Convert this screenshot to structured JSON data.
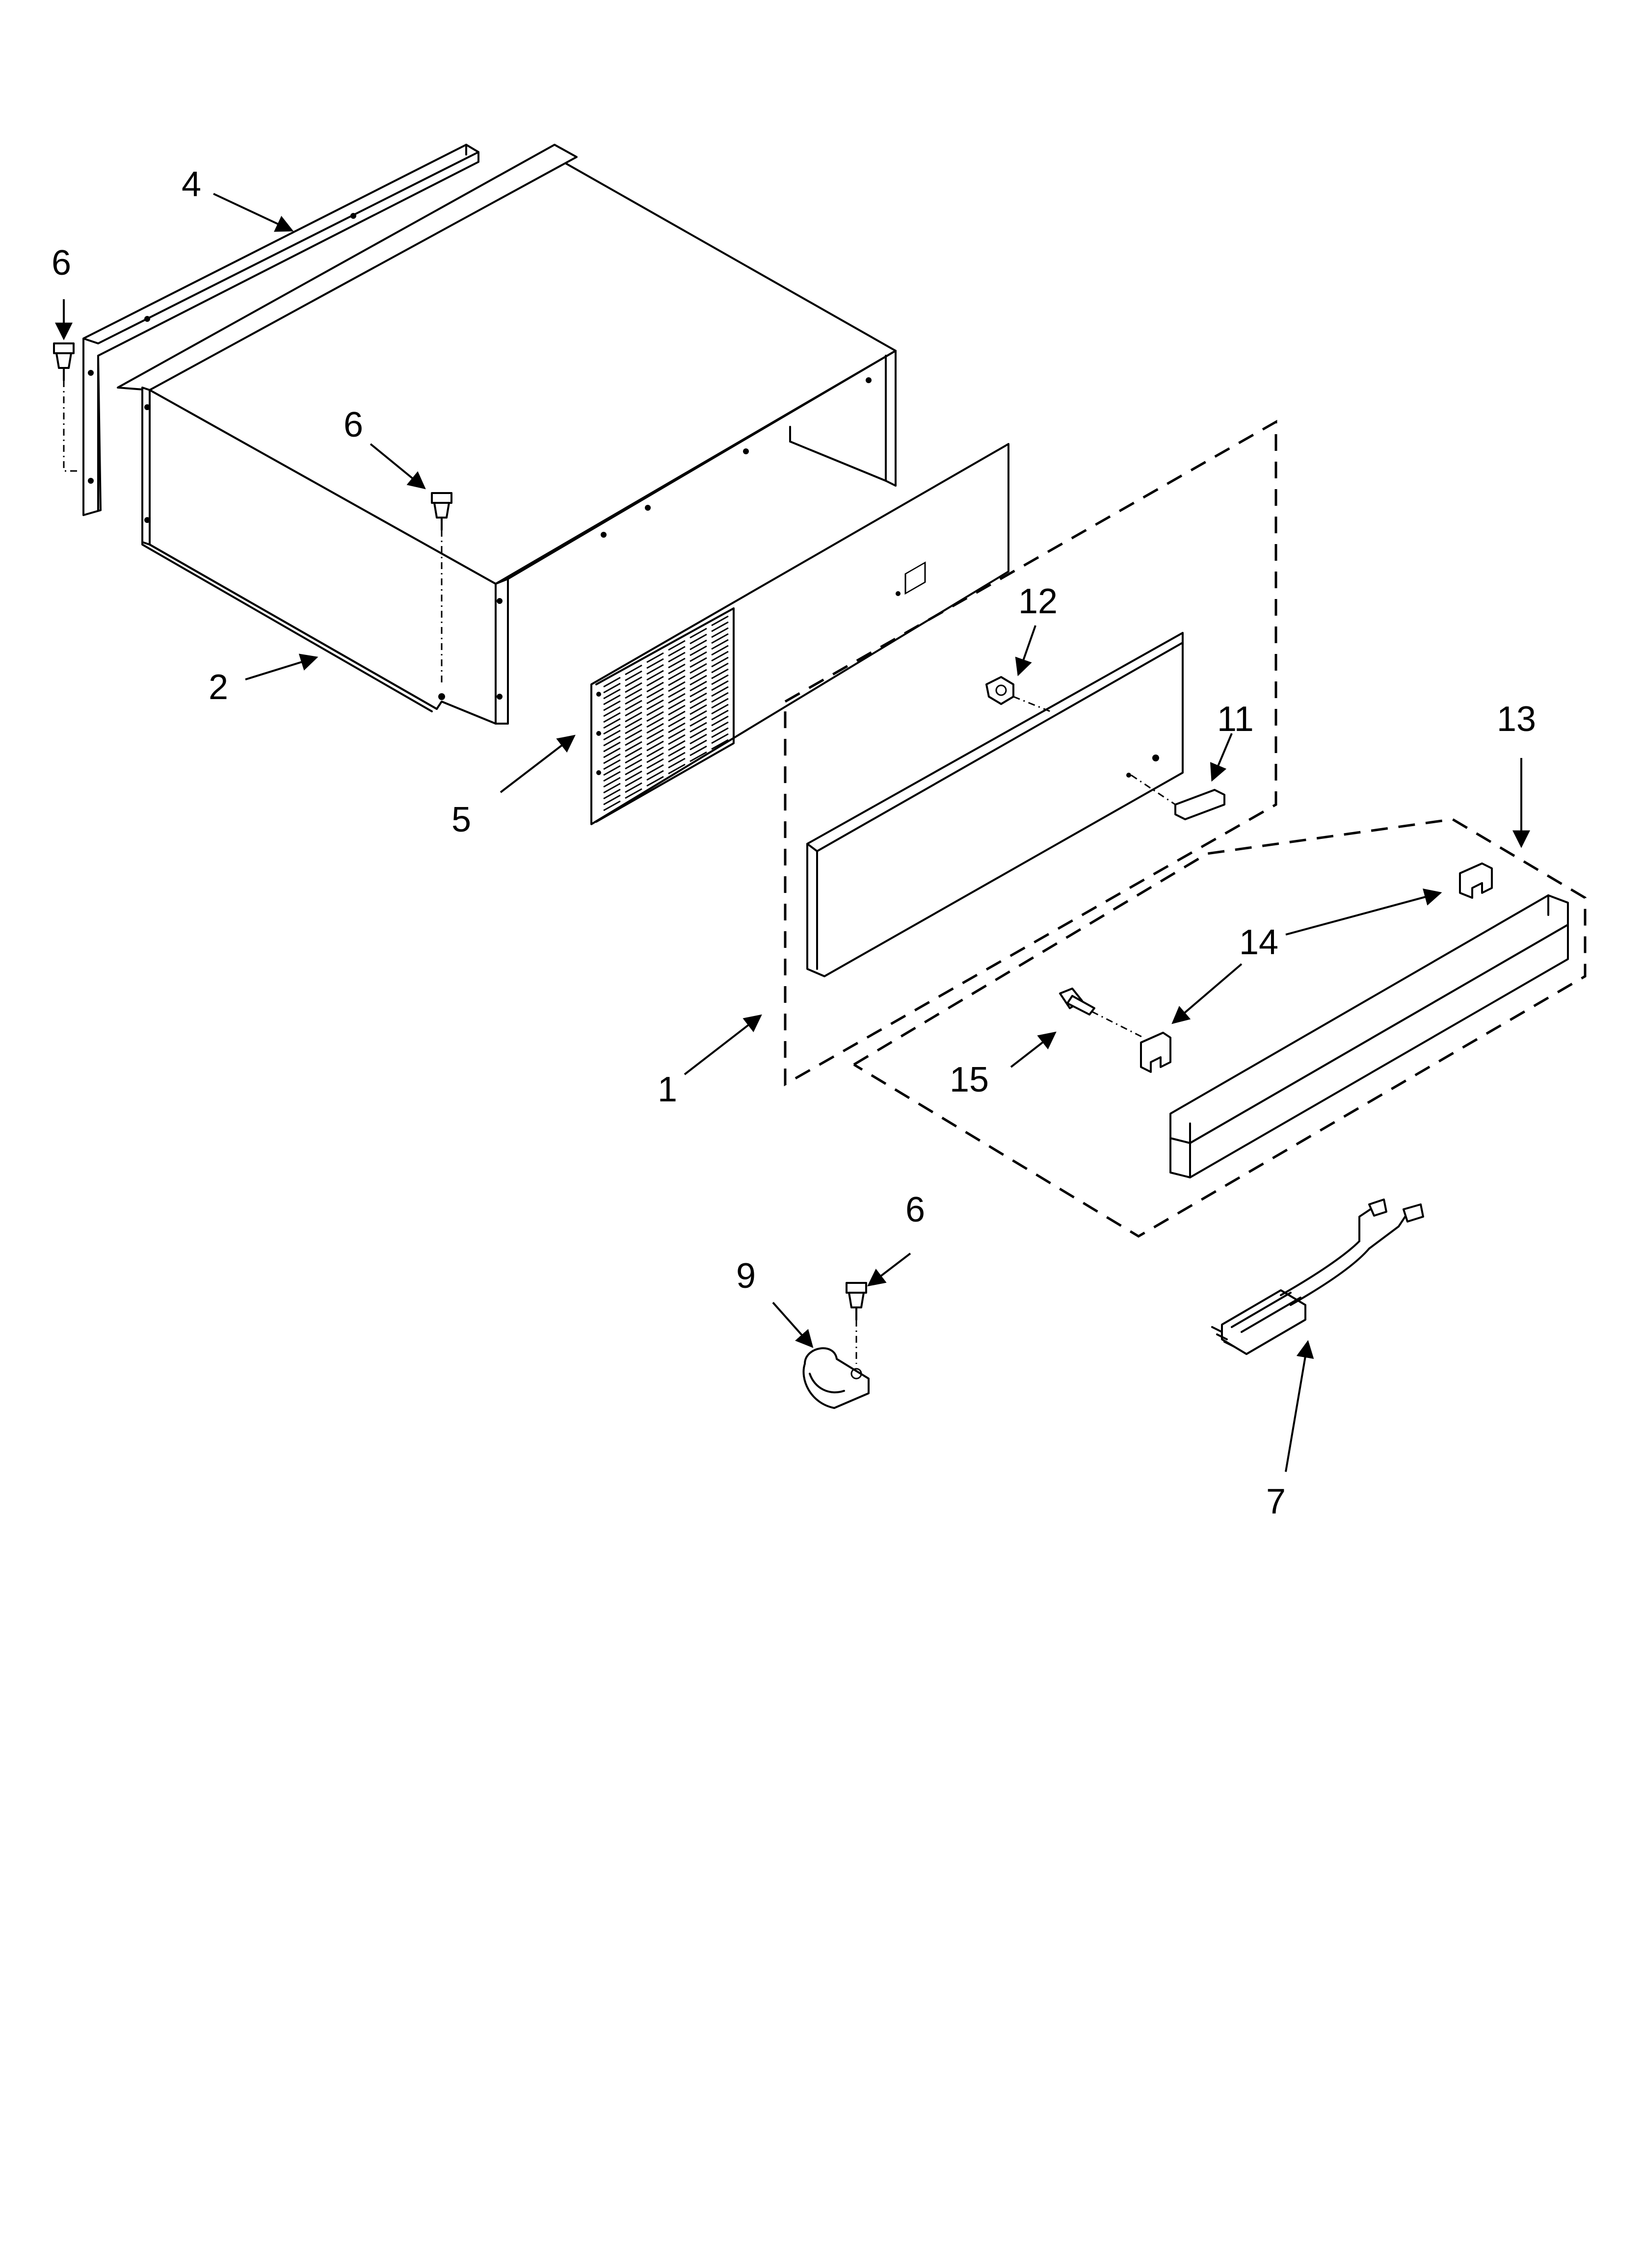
{
  "callouts": {
    "c1": "1",
    "c2": "2",
    "c4": "4",
    "c5": "5",
    "c6_left": "6",
    "c6_top": "6",
    "c6_bottom": "6",
    "c7": "7",
    "c9": "9",
    "c11": "11",
    "c12": "12",
    "c13": "13",
    "c14": "14",
    "c15": "15"
  }
}
